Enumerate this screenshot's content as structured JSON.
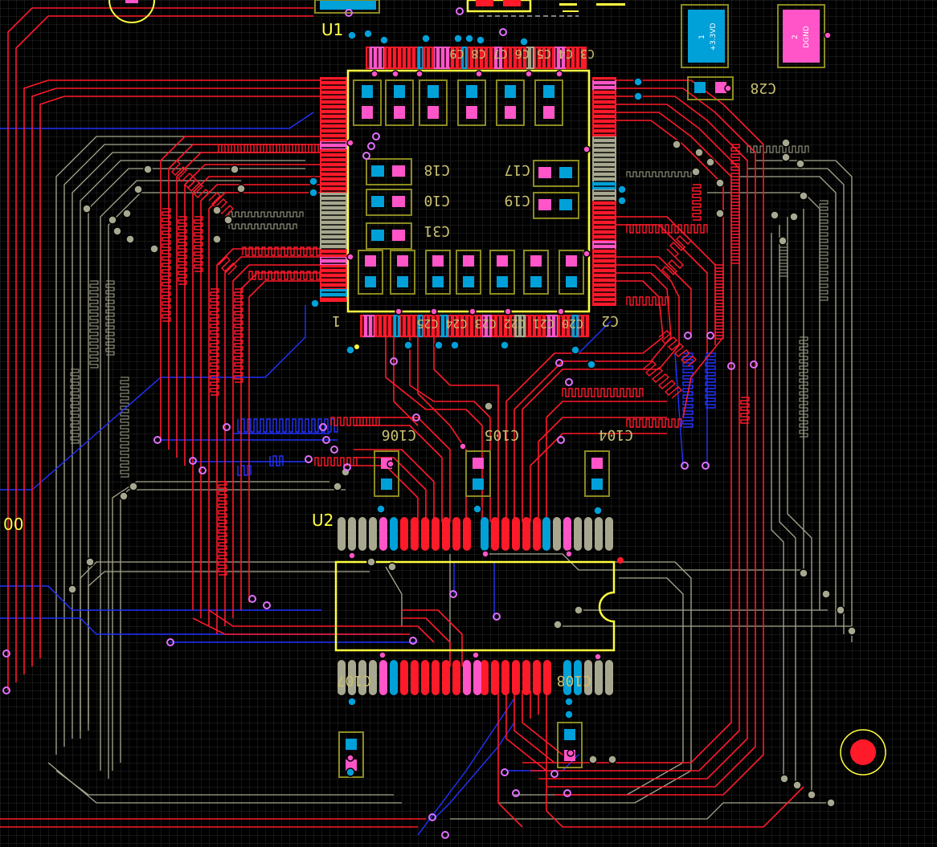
{
  "board": {
    "background": "#000000",
    "grid_color": "#2a2a2a",
    "colors": {
      "top_layer": "#ff1a2a",
      "bottom_layer": "#2233ff",
      "mid_layer": "#a8a890",
      "pad_top": "#ff55c8",
      "pad_bottom": "#00a0d8",
      "silkscreen": "#ffff40",
      "overlay": "#c8c070",
      "courtyard": "#8a8a20"
    }
  },
  "designators": {
    "u1": "U1",
    "u2": "U2",
    "left_edge": "00"
  },
  "silk_labels": {
    "c18": "C18",
    "c10": "C10",
    "c31": "C31",
    "c17": "C17",
    "c19": "C19",
    "c28": "C28",
    "c2": "C2",
    "u1_pin1": "1",
    "c105": "C105",
    "c106": "C106",
    "c104": "C104",
    "u1_top_row": "C3 C4 C5 C6 C7 C8 C9",
    "u1_bottom_row": "C20 C21 C22 C23 C24 C25",
    "u2_bottom_left": "C107",
    "u2_bottom_right": "C108"
  },
  "connector": {
    "pad1_net": "+3.3VD",
    "pad1_num": "1",
    "pad2_net": "DGND",
    "pad2_num": "2"
  }
}
